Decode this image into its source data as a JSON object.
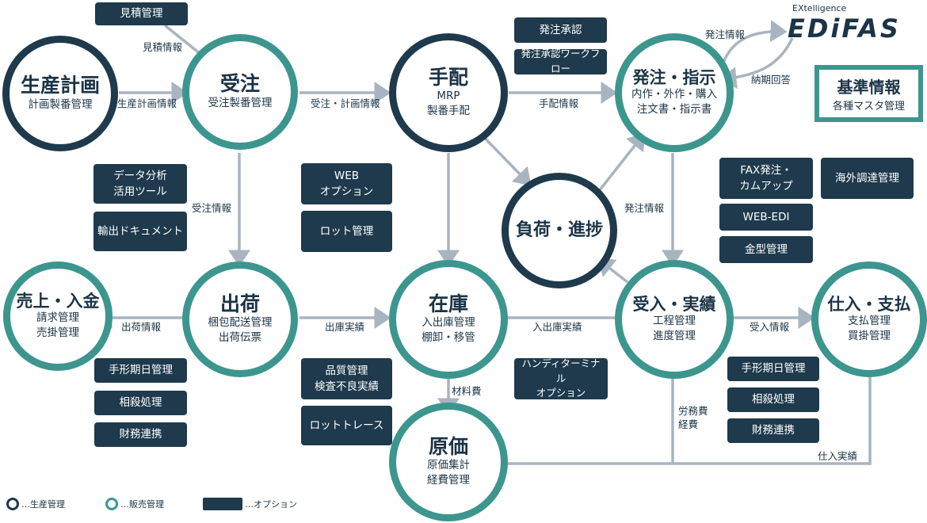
{
  "circles": {
    "seisan": {
      "title": "生産計画",
      "sub": [
        "計画製番管理"
      ]
    },
    "juchu": {
      "title": "受注",
      "sub": [
        "受注製番管理"
      ]
    },
    "tehai": {
      "title": "手配",
      "sub": [
        "MRP",
        "製番手配"
      ]
    },
    "hatchu": {
      "title": "発注・指示",
      "sub": [
        "内作・外作・購入",
        "注文書・指示書"
      ]
    },
    "fuka": {
      "title": "負荷・進捗",
      "sub": []
    },
    "uriage": {
      "title": "売上・入金",
      "sub": [
        "請求管理",
        "売掛管理"
      ]
    },
    "shukka": {
      "title": "出荷",
      "sub": [
        "梱包配送管理",
        "出荷伝票"
      ]
    },
    "zaiko": {
      "title": "在庫",
      "sub": [
        "入出庫管理",
        "棚卸・移管"
      ]
    },
    "ukeire": {
      "title": "受入・実績",
      "sub": [
        "工程管理",
        "進度管理"
      ]
    },
    "shiire": {
      "title": "仕入・支払",
      "sub": [
        "支払管理",
        "買掛管理"
      ]
    },
    "genka": {
      "title": "原価",
      "sub": [
        "原価集計",
        "経費管理"
      ]
    }
  },
  "options": {
    "mitsumori": "見積管理",
    "hatchu_shonin": "発注承認",
    "hatchu_workflow": "発注承認ワークフロー",
    "data_bunseki": "データ分析\n活用ツール",
    "yushutsu": "輸出ドキュメント",
    "web_option": "WEB\nオプション",
    "lot": "ロット管理",
    "fax": "FAX発注・\nカムアップ",
    "kaigai": "海外調達管理",
    "web_edi": "WEB-EDI",
    "kanagata": "金型管理",
    "tegata_left": "手形期日管理",
    "sousai_left": "相殺処理",
    "zaimu_left": "財務連携",
    "hinshitsu": "品質管理\n検査不良実績",
    "lot_trace": "ロットトレース",
    "handy": "ハンディターミナル\nオプション",
    "tegata_right": "手形期日管理",
    "sousai_right": "相殺処理",
    "zaimu_right": "財務連携"
  },
  "labels": {
    "mitsumori_joho": "見積情報",
    "seisan_keikaku_joho": "生産計画情報",
    "juchu_keikaku_joho": "受注・計画情報",
    "tehai_joho": "手配情報",
    "hatchu_joho_edi": "発注情報",
    "nouki_kaito": "納期回答",
    "juchu_joho": "受注情報",
    "hatchu_joho_down": "発注情報",
    "shukka_joho": "出荷情報",
    "shukko_jisseki": "出庫実績",
    "nyushukko_jisseki": "入出庫実績",
    "ukeire_joho": "受入情報",
    "zairyohi": "材料費",
    "roumuhi_keihi": "労務費\n経費",
    "shiire_jisseki": "仕入実績"
  },
  "kijun": {
    "title": "基準情報",
    "sub": "各種マスタ管理"
  },
  "edifas": {
    "small": "EXtelligence",
    "big": "EDiFAS"
  },
  "legend": {
    "production": "…生産管理",
    "sales": "…販売管理",
    "option": "…オプション"
  },
  "colors": {
    "production": "#1e3a4c",
    "sales": "#3c968e",
    "option": "#1e3a4c",
    "arrow": "#a8b4bf"
  }
}
